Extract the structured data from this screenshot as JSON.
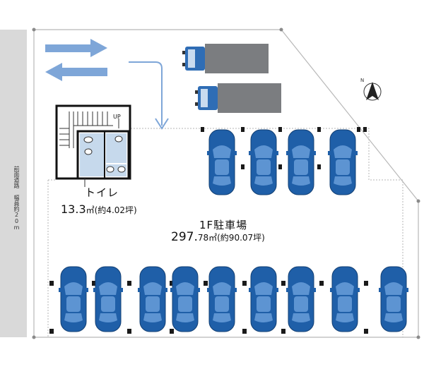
{
  "road": {
    "label": "前面道路 幅員約20m"
  },
  "labels": {
    "up": "UP",
    "toilet_name": "トイレ",
    "toilet_area_main": "13.3",
    "toilet_area_rest": "㎡(約4.02坪)",
    "parking_name": "1F駐車場",
    "parking_area_main": "297.",
    "parking_area_rest": "78㎡(約90.07坪)"
  },
  "compass": {
    "label": "N"
  },
  "colors": {
    "road": "#d9d9d9",
    "car": "#1f5fa8",
    "car_light": "#5d94d2",
    "truck_box": "#7b7d80",
    "truck_cab": "#2f6db5",
    "arrow": "#7ea6d8",
    "post": "#1a1a1a"
  },
  "vehicles": {
    "cars_top_row": 4,
    "cars_bottom_row": 9,
    "trucks": 2
  }
}
